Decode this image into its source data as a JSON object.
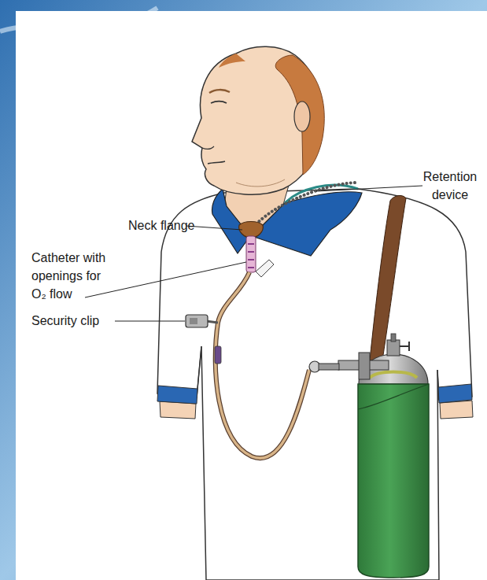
{
  "diagram": {
    "labels": [
      "Neck flange",
      "Catheter with openings for O₂ flow",
      "Security clip",
      "Retention device"
    ]
  }
}
